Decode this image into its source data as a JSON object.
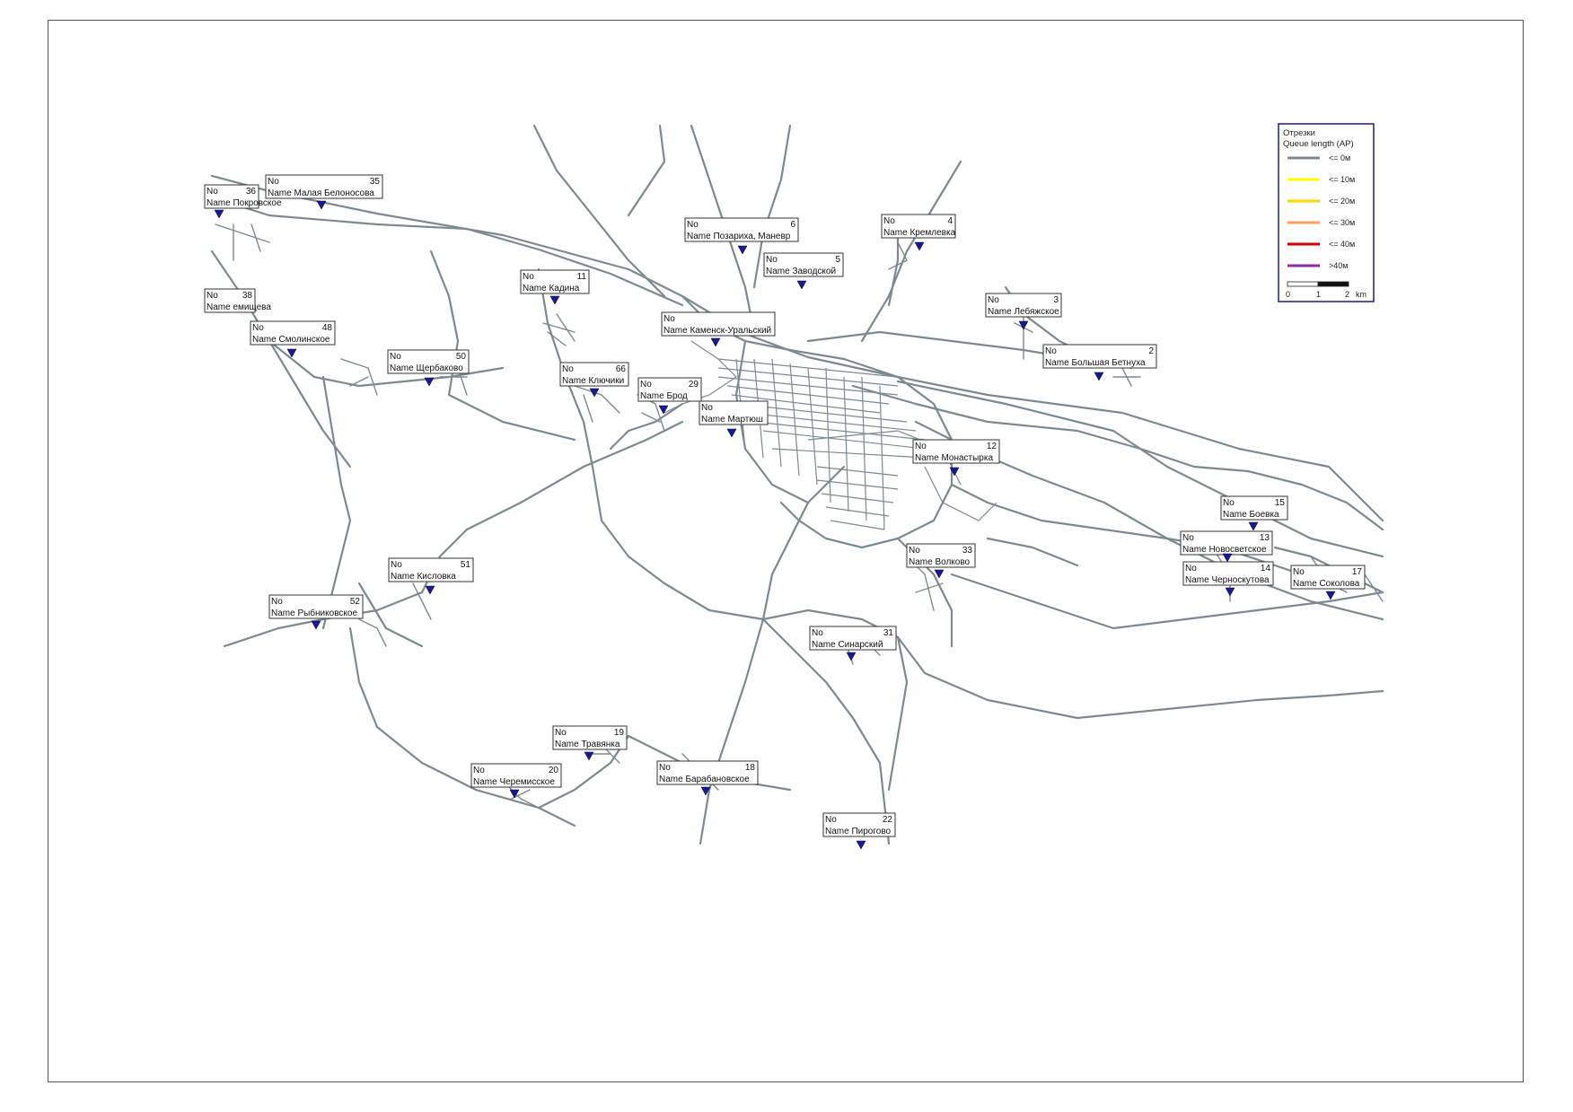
{
  "legend": {
    "title": "Отрезки",
    "subtitle": "Queue length (AP)",
    "entries": [
      {
        "label": "<= 0м",
        "color": "#7c8a90"
      },
      {
        "label": "<= 10м",
        "color": "#ffff00"
      },
      {
        "label": "<= 20м",
        "color": "#ffd700"
      },
      {
        "label": "<= 30м",
        "color": "#ffa060"
      },
      {
        "label": "<= 40м",
        "color": "#cc0000"
      },
      {
        "label": ">40м",
        "color": "#8e2c9e"
      }
    ],
    "scale": {
      "ticks": [
        "0",
        "1",
        "2"
      ],
      "unit": "km"
    }
  },
  "zones": [
    {
      "no": "35",
      "name": "Малая Белоносова"
    },
    {
      "no": "36",
      "name": "Покровское"
    },
    {
      "no": "38",
      "name": "емищева"
    },
    {
      "no": "48",
      "name": "Смолинское"
    },
    {
      "no": "50",
      "name": "Щербаково"
    },
    {
      "no": "11",
      "name": "Кадина"
    },
    {
      "no": "6",
      "name": "Позариха, Маневр"
    },
    {
      "no": "5",
      "name": "Заводской"
    },
    {
      "no": "4",
      "name": "Кремлевка"
    },
    {
      "no": "3",
      "name": "Лебяжское"
    },
    {
      "no": "2",
      "name": "Большая Бетнуха"
    },
    {
      "no": "",
      "name": "Каменск-Уральский"
    },
    {
      "no": "66",
      "name": "Ключики"
    },
    {
      "no": "29",
      "name": "Брод"
    },
    {
      "no": "",
      "name": "Мартюш"
    },
    {
      "no": "12",
      "name": "Монастырка"
    },
    {
      "no": "15",
      "name": "Боевка"
    },
    {
      "no": "13",
      "name": "Новосветское"
    },
    {
      "no": "14",
      "name": "Черноскутова"
    },
    {
      "no": "17",
      "name": "Соколова"
    },
    {
      "no": "33",
      "name": "Волково"
    },
    {
      "no": "51",
      "name": "Кисловка"
    },
    {
      "no": "52",
      "name": "Рыбниковское"
    },
    {
      "no": "31",
      "name": "Синарский"
    },
    {
      "no": "19",
      "name": "Травянка"
    },
    {
      "no": "20",
      "name": "Черемисское"
    },
    {
      "no": "18",
      "name": "Барабановское"
    },
    {
      "no": "22",
      "name": "Пирогово"
    }
  ],
  "label_prefix_no": "No",
  "label_prefix_name": "Name"
}
